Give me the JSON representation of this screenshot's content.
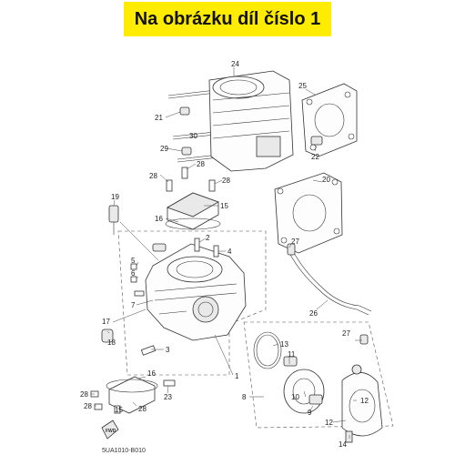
{
  "banner": {
    "text": "Na obrázku díl číslo 1",
    "color": "#ffec00"
  },
  "diagram": {
    "code": "5UA1010-B010",
    "fwd_mark": "FWD",
    "callouts": {
      "c1": "1",
      "c2": "2",
      "c3": "3",
      "c4": "4",
      "c5": "5",
      "c6": "6",
      "c7": "7",
      "c8": "8",
      "c9": "9",
      "c10": "10",
      "c11": "11",
      "c12": "12",
      "c13": "13",
      "c14": "14",
      "c15a": "15",
      "c15b": "15",
      "c16a": "16",
      "c16b": "16",
      "c17": "17",
      "c18": "18",
      "c19": "19",
      "c20": "20",
      "c21": "21",
      "c22": "22",
      "c23": "23",
      "c24": "24",
      "c25": "25",
      "c26": "26",
      "c27a": "27",
      "c27b": "27",
      "c28a": "28",
      "c28b": "28",
      "c28c": "28",
      "c28d": "28",
      "c28e": "28",
      "c28f": "28",
      "c29": "29",
      "c30": "30"
    }
  }
}
